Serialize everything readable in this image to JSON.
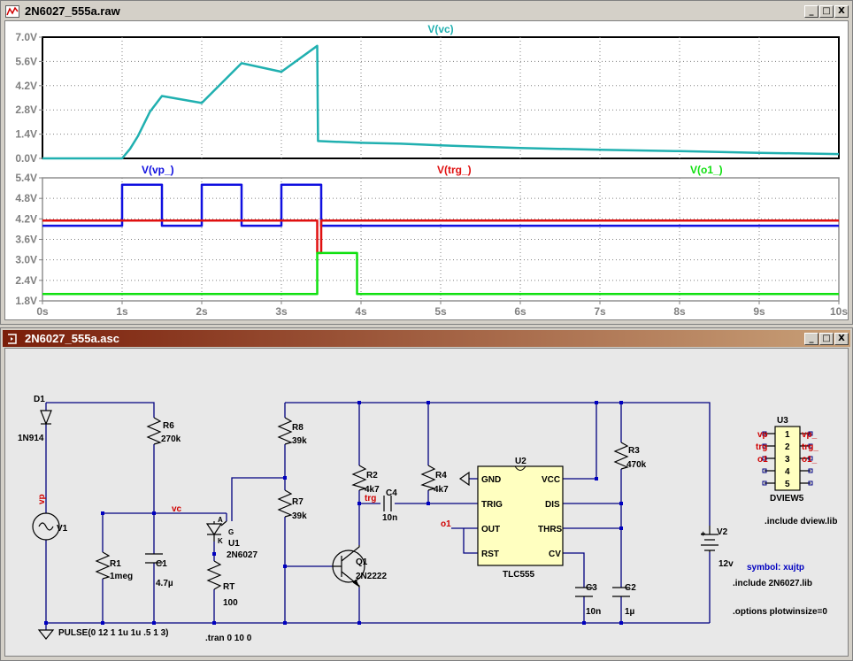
{
  "plot_window": {
    "title": "2N6027_555a.raw",
    "buttons": {
      "minimize": "_",
      "maximize": "□",
      "close": "X"
    },
    "colors": {
      "titlebar": "#d4d0c8",
      "title_text": "#000000"
    }
  },
  "schematic_window": {
    "title": "2N6027_555a.asc",
    "buttons": {
      "minimize": "_",
      "maximize": "□",
      "close": "X"
    },
    "colors": {
      "titlebar_left": "#7a1e0a",
      "titlebar_right": "#c8a078",
      "title_text": "#ffffff"
    }
  },
  "chart_data": [
    {
      "type": "line",
      "title": "V(vc)",
      "x_ticks": [
        "0s",
        "1s",
        "2s",
        "3s",
        "4s",
        "5s",
        "6s",
        "7s",
        "8s",
        "9s",
        "10s"
      ],
      "y_ticks": [
        "0.0V",
        "1.4V",
        "2.8V",
        "4.2V",
        "5.6V",
        "7.0V"
      ],
      "xlim": [
        0,
        10
      ],
      "ylim": [
        0,
        7
      ],
      "grid": true,
      "series": [
        {
          "name": "V(vc)",
          "color": "#20b0b0",
          "x": [
            0,
            1,
            1.1,
            1.2,
            1.35,
            1.5,
            2,
            2.5,
            3,
            3.45,
            3.46,
            4,
            4.5,
            5,
            6,
            7,
            8,
            9,
            10
          ],
          "y": [
            0,
            0,
            0.55,
            1.3,
            2.7,
            3.6,
            3.2,
            5.5,
            5.0,
            6.5,
            1.0,
            0.9,
            0.85,
            0.75,
            0.6,
            0.5,
            0.42,
            0.32,
            0.25
          ]
        }
      ]
    },
    {
      "type": "line",
      "x_ticks": [
        "0s",
        "1s",
        "2s",
        "3s",
        "4s",
        "5s",
        "6s",
        "7s",
        "8s",
        "9s",
        "10s"
      ],
      "y_ticks": [
        "1.8V",
        "2.4V",
        "3.0V",
        "3.6V",
        "4.2V",
        "4.8V",
        "5.4V"
      ],
      "xlim": [
        0,
        10
      ],
      "ylim": [
        1.8,
        5.4
      ],
      "grid": true,
      "series": [
        {
          "name": "V(vp_)",
          "color": "#1010e0",
          "x": [
            0,
            1,
            1,
            1.5,
            1.5,
            2,
            2,
            2.5,
            2.5,
            3,
            3,
            3.5,
            3.5,
            10
          ],
          "y": [
            4.0,
            4.0,
            5.2,
            5.2,
            4.0,
            4.0,
            5.2,
            5.2,
            4.0,
            4.0,
            5.2,
            5.2,
            4.0,
            4.0
          ]
        },
        {
          "name": "V(trg_)",
          "color": "#e01010",
          "x": [
            0,
            3.45,
            3.45,
            3.5,
            3.5,
            10
          ],
          "y": [
            4.15,
            4.15,
            3.2,
            3.2,
            4.15,
            4.15
          ]
        },
        {
          "name": "V(o1_)",
          "color": "#10e010",
          "x": [
            0,
            3.45,
            3.45,
            3.95,
            3.95,
            10
          ],
          "y": [
            2.0,
            2.0,
            3.2,
            3.2,
            2.0,
            2.0
          ]
        }
      ]
    }
  ],
  "schematic": {
    "components": {
      "D1": {
        "ref": "D1",
        "value": "1N914"
      },
      "V1": {
        "ref": "V1",
        "value": "PULSE(0 12 1 1u 1u .5 1 3)"
      },
      "R6": {
        "ref": "R6",
        "value": "270k"
      },
      "R1": {
        "ref": "R1",
        "value": "1meg"
      },
      "C1": {
        "ref": "C1",
        "value": "4.7µ"
      },
      "U1": {
        "ref": "U1",
        "value": "2N6027"
      },
      "RT": {
        "ref": "RT",
        "value": "100"
      },
      "R8": {
        "ref": "R8",
        "value": "39k"
      },
      "R7": {
        "ref": "R7",
        "value": "39k"
      },
      "R2": {
        "ref": "R2",
        "value": "4k7"
      },
      "R4": {
        "ref": "R4",
        "value": "4k7"
      },
      "C4": {
        "ref": "C4",
        "value": "10n"
      },
      "Q1": {
        "ref": "Q1",
        "value": "2N2222"
      },
      "U2": {
        "ref": "U2",
        "value": "TLC555"
      },
      "R3": {
        "ref": "R3",
        "value": "470k"
      },
      "C3": {
        "ref": "C3",
        "value": "10n"
      },
      "C2": {
        "ref": "C2",
        "value": "1µ"
      },
      "V2": {
        "ref": "V2",
        "value": "12v"
      },
      "U3": {
        "ref": "U3",
        "value": "DVIEW5"
      }
    },
    "pins555": {
      "gnd": "GND",
      "trig": "TRIG",
      "out": "OUT",
      "rst": "RST",
      "vcc": "VCC",
      "dis": "DIS",
      "thrs": "THRS",
      "cv": "CV"
    },
    "anode_marks": {
      "a": "A",
      "k": "K",
      "g": "G"
    },
    "net_labels": {
      "vp": "vp",
      "vc": "vc",
      "trg": "trg",
      "o1": "o1"
    },
    "dview_inputs": [
      "vp",
      "trg",
      "o1"
    ],
    "dview_outputs": [
      "vp_",
      "trg_",
      "o1_"
    ],
    "dview_pins": [
      "1",
      "2",
      "3",
      "4",
      "5"
    ],
    "v2_plus": "+",
    "directives": {
      "tran": ".tran 0 10 0",
      "include_dview": ".include dview.lib",
      "symbol": "symbol: xujtp",
      "include_2n6027": ".include 2N6027.lib",
      "options": ".options plotwinsize=0"
    },
    "colors": {
      "wire": "#000080",
      "junction": "#0000c0",
      "net_label": "#d00000",
      "component": "#000000",
      "ic_fill": "#ffffc0",
      "directive_blue": "#0000c0"
    }
  }
}
